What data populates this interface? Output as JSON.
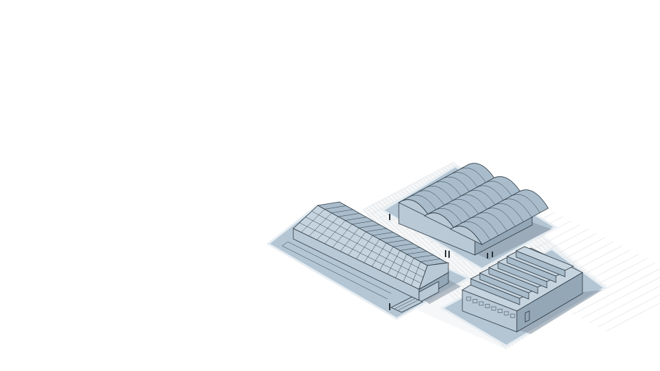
{
  "colors": {
    "background": "#ffffff",
    "ground_pad": "#b4c6d4",
    "roof": "#a9bccb",
    "outline": "#2d3942",
    "walkway": "#f6f7f8"
  },
  "scene": {
    "buildings": [
      "glass-greenhouse",
      "arched-greenhouse",
      "sawtooth-hall"
    ],
    "people_count": 6
  }
}
